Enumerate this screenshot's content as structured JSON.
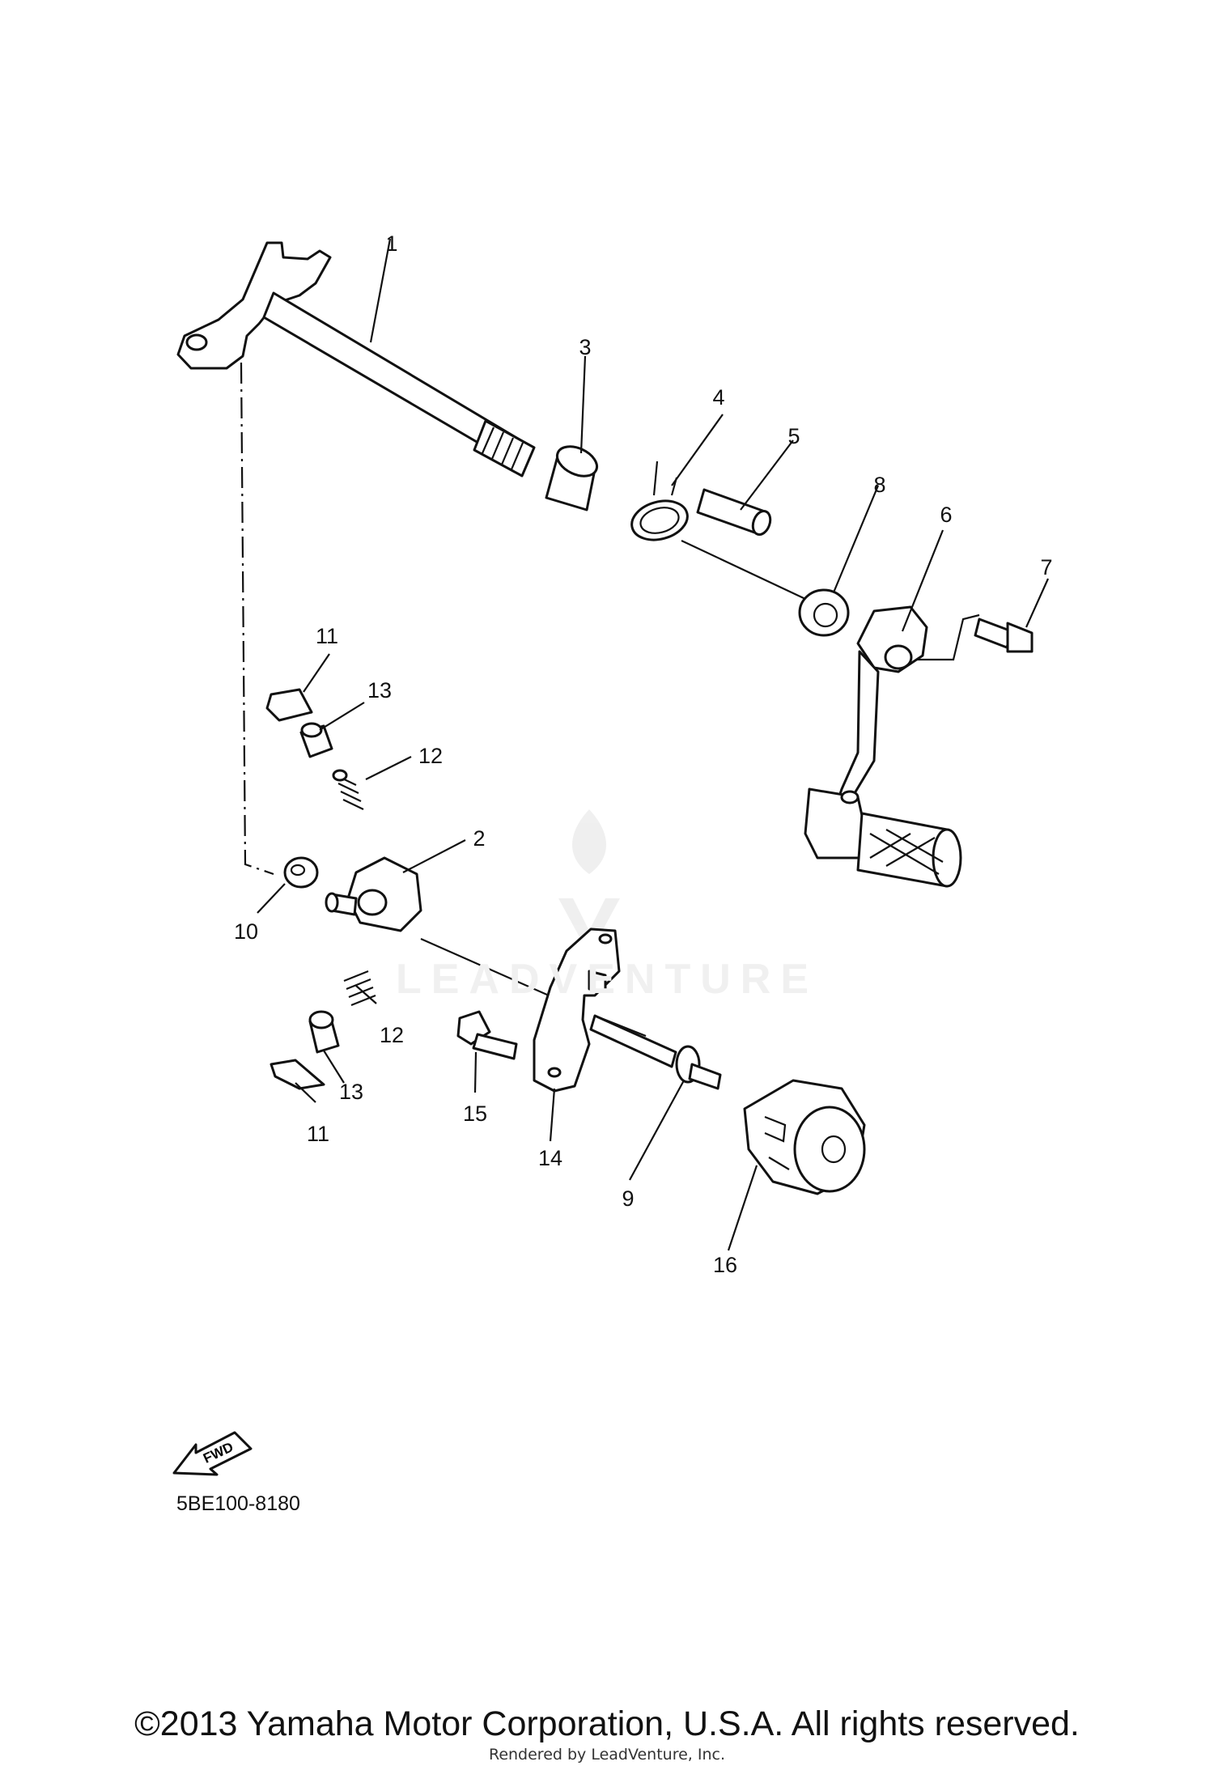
{
  "diagram": {
    "callouts": {
      "p1": "1",
      "p2": "2",
      "p3": "3",
      "p4": "4",
      "p5": "5",
      "p6": "6",
      "p7": "7",
      "p8": "8",
      "p9": "9",
      "p10": "10",
      "p11a": "11",
      "p11b": "11",
      "p12a": "12",
      "p12b": "12",
      "p13a": "13",
      "p13b": "13",
      "p14": "14",
      "p15": "15",
      "p16": "16"
    },
    "fwd_label": "FWD",
    "reference_code": "5BE100-8180"
  },
  "watermark": {
    "text": "LEADVENTURE"
  },
  "footer": {
    "copyright": "©2013 Yamaha Motor Corporation, U.S.A. All rights reserved.",
    "rendered_by": "Rendered by LeadVenture, Inc."
  }
}
